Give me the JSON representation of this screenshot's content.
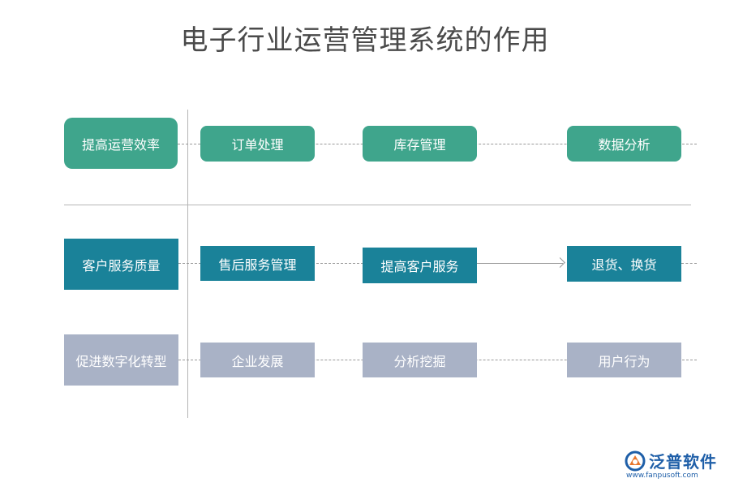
{
  "title": "电子行业运营管理系统的作用",
  "rows": [
    {
      "category": "提高运营效率",
      "items": [
        "订单处理",
        "库存管理",
        "数据分析"
      ]
    },
    {
      "category": "客户服务质量",
      "items": [
        "售后服务管理",
        "提高客户服务",
        "退货、换货"
      ]
    },
    {
      "category": "促进数字化转型",
      "items": [
        "企业发展",
        "分析挖掘",
        "用户行为"
      ]
    }
  ],
  "colors": {
    "row1": "#3fa58c",
    "row2": "#1a8299",
    "row3": "#a9b2c6"
  },
  "logo": {
    "name": "泛普软件",
    "url": "www.fanpusoft.com",
    "icon": "fanpu-logo-icon"
  }
}
